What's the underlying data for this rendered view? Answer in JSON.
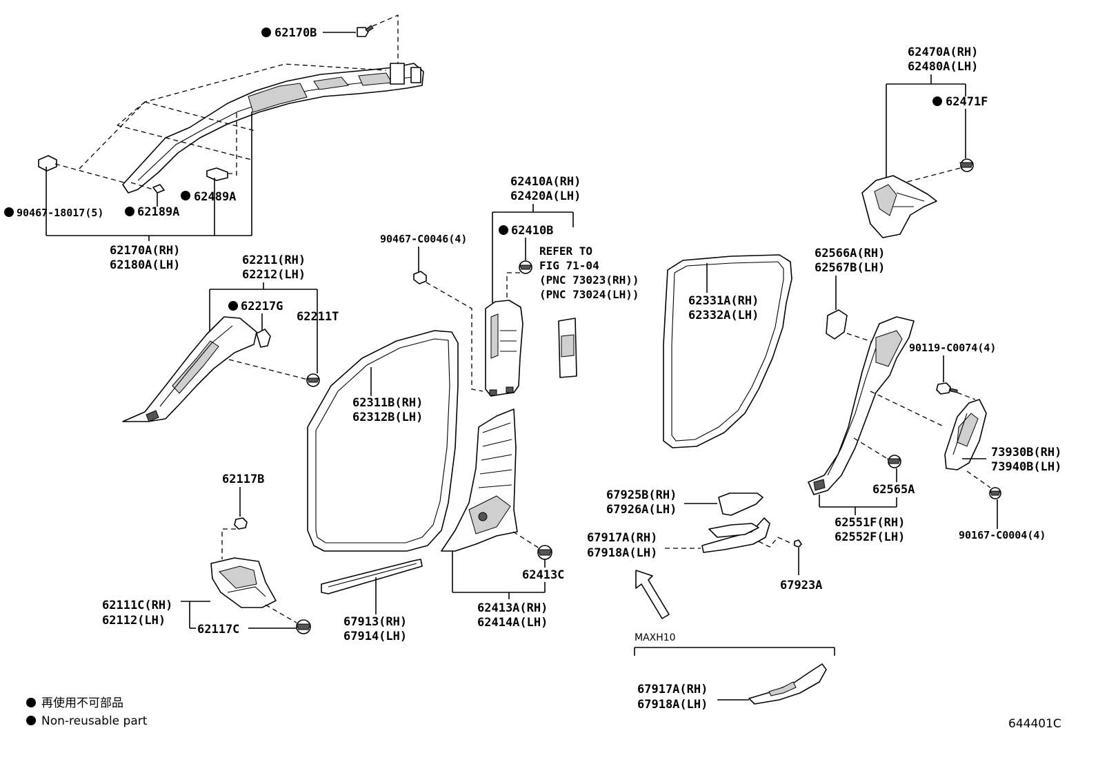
{
  "labels": {
    "p62170B": "62170B",
    "p62470A": "62470A(RH)",
    "p62480A": "62480A(LH)",
    "p62471F": "62471F",
    "p90467_18017": "90467-18017(5)",
    "p62189A": "62189A",
    "p62489A": "62489A",
    "p62170A": "62170A(RH)",
    "p62180A": "62180A(LH)",
    "p62410A": "62410A(RH)",
    "p62420A": "62420A(LH)",
    "p90467_C0046": "90467-C0046(4)",
    "p62410B": "62410B",
    "refer1": "REFER TO",
    "refer2": "FIG 71-04",
    "refer3": "(PNC 73023(RH))",
    "refer4": "(PNC 73024(LH))",
    "p62211": "62211(RH)",
    "p62212": "62212(LH)",
    "p62217G": "62217G",
    "p62211T": "62211T",
    "p62331A": "62331A(RH)",
    "p62332A": "62332A(LH)",
    "p62566A": "62566A(RH)",
    "p62567B": "62567B(LH)",
    "p90119": "90119-C0074(4)",
    "p62311B": "62311B(RH)",
    "p62312B": "62312B(LH)",
    "p73930B": "73930B(RH)",
    "p73940B": "73940B(LH)",
    "p62117B": "62117B",
    "p62565A": "62565A",
    "p67925B": "67925B(RH)",
    "p67926A": "67926A(LH)",
    "p62551F": "62551F(RH)",
    "p62552F": "62552F(LH)",
    "p67917A_a": "67917A(RH)",
    "p67918A_a": "67918A(LH)",
    "p90167": "90167-C0004(4)",
    "p62413C": "62413C",
    "p62111C": "62111C(RH)",
    "p62112": "62112(LH)",
    "p62117C": "62117C",
    "p67913": "67913(RH)",
    "p67914": "67914(LH)",
    "p62413A": "62413A(RH)",
    "p62414A": "62414A(LH)",
    "p67923A": "67923A",
    "maxh10": "MAXH10",
    "p67917A_b": "67917A(RH)",
    "p67918A_b": "67918A(LH)"
  },
  "legend": {
    "jp": "再使用不可部品",
    "en": "Non-reusable part"
  },
  "figure_id": "644401C"
}
